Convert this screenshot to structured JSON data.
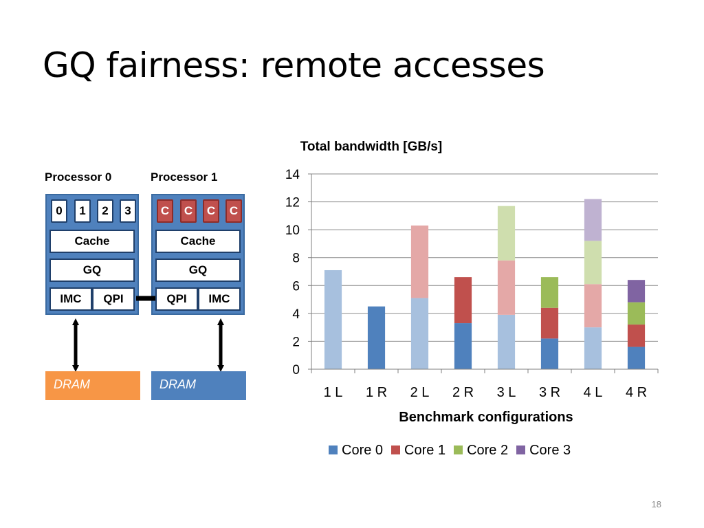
{
  "slide": {
    "title": "GQ fairness: remote accesses",
    "page_number": "18"
  },
  "diagram": {
    "processors": [
      {
        "label": "Processor 0",
        "cores": [
          "0",
          "1",
          "2",
          "3"
        ],
        "cache": "Cache",
        "gq": "GQ",
        "left_unit": "IMC",
        "right_unit": "QPI",
        "core_color": "#ffffff"
      },
      {
        "label": "Processor 1",
        "cores": [
          "C",
          "C",
          "C",
          "C"
        ],
        "cache": "Cache",
        "gq": "GQ",
        "left_unit": "QPI",
        "right_unit": "IMC",
        "core_color": "#c0504d"
      }
    ],
    "drams": [
      {
        "label": "DRAM",
        "color": "#f79646"
      },
      {
        "label": "DRAM",
        "color": "#4f81bd"
      }
    ]
  },
  "chart_data": {
    "type": "bar",
    "stacked": true,
    "title": "Total bandwidth [GB/s]",
    "xlabel": "Benchmark configurations",
    "ylabel": "",
    "ylim": [
      0,
      14
    ],
    "yticks": [
      0,
      2,
      4,
      6,
      8,
      10,
      12,
      14
    ],
    "grid": true,
    "legend_position": "bottom",
    "categories": [
      "1 L",
      "1 R",
      "2 L",
      "2 R",
      "3 L",
      "3 R",
      "4 L",
      "4 R"
    ],
    "local_categories": [
      "1 L",
      "2 L",
      "3 L",
      "4 L"
    ],
    "series": [
      {
        "name": "Core 0",
        "color": "#4f81bd",
        "light_color": "#a7c0de",
        "values": [
          7.1,
          4.5,
          5.1,
          3.3,
          3.9,
          2.2,
          3.0,
          1.6
        ]
      },
      {
        "name": "Core 1",
        "color": "#c0504d",
        "light_color": "#e4a8a7",
        "values": [
          0,
          0,
          5.2,
          3.3,
          3.9,
          2.2,
          3.1,
          1.6
        ]
      },
      {
        "name": "Core 2",
        "color": "#9bbb59",
        "light_color": "#cfdeae",
        "values": [
          0,
          0,
          0,
          0,
          3.9,
          2.2,
          3.1,
          1.6
        ]
      },
      {
        "name": "Core 3",
        "color": "#8064a2",
        "light_color": "#bfb2d1",
        "values": [
          0,
          0,
          0,
          0,
          0,
          0,
          3.0,
          1.6
        ]
      }
    ]
  }
}
